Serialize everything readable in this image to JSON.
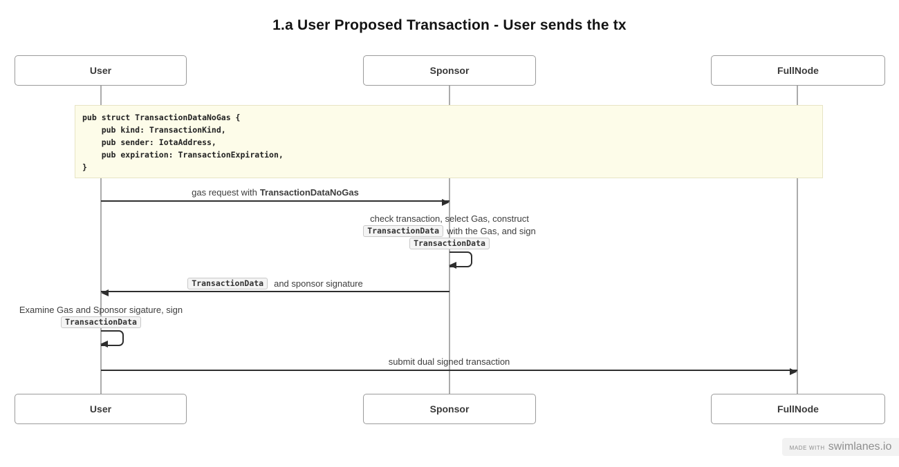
{
  "title": "1.a User Proposed Transaction - User sends the tx",
  "actors": [
    {
      "label": "User"
    },
    {
      "label": "Sponsor"
    },
    {
      "label": "FullNode"
    }
  ],
  "note_code": {
    "lines": [
      "pub struct TransactionDataNoGas {",
      "    pub kind: TransactionKind,",
      "    pub sender: IotaAddress,",
      "    pub expiration: TransactionExpiration,",
      "}"
    ]
  },
  "messages": {
    "gas_request": {
      "prefix": "gas request with",
      "bold": "TransactionDataNoGas"
    },
    "sponsor_action": {
      "line1": "check transaction, select Gas, construct",
      "chip1": "TransactionData",
      "line2_suffix": "with the Gas, and sign",
      "chip2": "TransactionData"
    },
    "reply": {
      "chip": "TransactionData",
      "suffix": "and sponsor signature"
    },
    "user_action": {
      "line1": "Examine Gas and Sponsor sigature, sign",
      "chip": "TransactionData"
    },
    "submit": {
      "label": "submit dual signed transaction"
    }
  },
  "footer": {
    "made_with": "MADE WITH",
    "brand": "swimlanes.io"
  },
  "colors": {
    "arrow": "#2e2e2e",
    "lifeline": "#ababab",
    "actor_border": "#9a9a9a",
    "note_background": "#fdfce9",
    "note_border": "#e7e4c4",
    "chip_background": "#f4f4f4",
    "chip_border": "#c8c8c8",
    "footer_background": "#f2f2f2",
    "footer_text": "#8e8e8e"
  }
}
